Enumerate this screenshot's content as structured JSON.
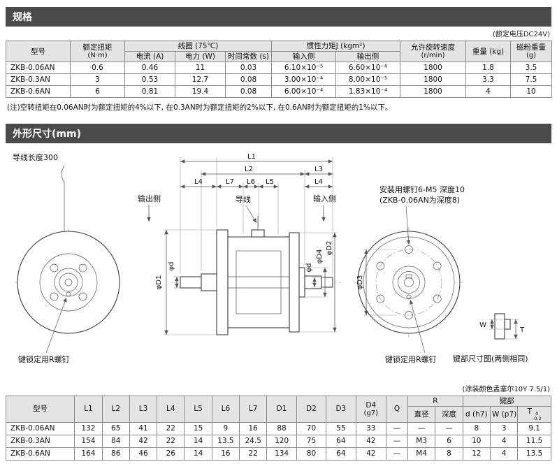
{
  "page": {
    "section1_title": "规格",
    "section2_title": "外形尺寸(mm)",
    "voltage_note": "(额定电压DC24V)",
    "spec_note": "(注)空转扭矩在0.06AN时为额定扭矩的4%以下, 在0.3AN时为额定扭矩的2%以下, 在0.6AN时为额定扭矩的1%以下。",
    "paint_note": "(涂装颜色孟塞尔10Y 7.5/1)"
  },
  "colors": {
    "section_bar_bg": "#4a4a4a",
    "table_header_bg": "#e4e4e4",
    "table_border": "#8a8a8a"
  },
  "spec_table": {
    "headers": {
      "model": "型号",
      "torque_line1": "额定扭矩",
      "torque_line2": "(N·m)",
      "coil_group": "线圈 (75℃)",
      "current": "电流 (A)",
      "power": "电力 (W)",
      "time_const": "时间常数 (s)",
      "inertia_group": "惯性力矩J (kgm²)",
      "input_side": "输入侧",
      "output_side": "输出侧",
      "speed_line1": "允许旋转速度",
      "speed_line2": "(r/min)",
      "weight": "重量 (kg)",
      "powder_line1": "磁粉重量",
      "powder_line2": "(g)"
    },
    "rows": [
      {
        "model": "ZKB-0.06AN",
        "cells": [
          "0.6",
          "0.46",
          "11",
          "0.03",
          "6.10×10⁻⁵",
          "6.60×10⁻⁶",
          "1800",
          "1.8",
          "3.5"
        ]
      },
      {
        "model": "ZKB-0.3AN",
        "cells": [
          "3",
          "0.53",
          "12.7",
          "0.08",
          "3.00×10⁻⁴",
          "8.00×10⁻⁵",
          "1800",
          "3.3",
          "7.5"
        ]
      },
      {
        "model": "ZKB-0.6AN",
        "cells": [
          "6",
          "0.81",
          "19.4",
          "0.08",
          "6.00×10⁻⁴",
          "1.83×10⁻⁴",
          "1800",
          "4",
          "10"
        ]
      }
    ]
  },
  "drawing": {
    "labels": {
      "lead_length": "导线长度300",
      "output_side": "输出侧",
      "lead": "导线",
      "input_side": "输入侧",
      "mount_screw_line1": "安装用螺钉6-M5 深度10",
      "mount_screw_line2": "(ZKB-0.06AN为深度8)",
      "key_lock_left": "键锁定用R螺钉",
      "key_lock_right": "键锁定用R螺钉",
      "key_dim_caption": "键部尺寸图(两侧相同)",
      "L1": "L1",
      "L2": "L2",
      "L3": "L3",
      "L4a": "L4",
      "L7": "L7",
      "L6": "L6",
      "L5": "L5",
      "L4b": "L4",
      "phiD1": "φD1",
      "phid_left": "φd",
      "phid_right": "φd",
      "phiD4": "φD4",
      "phiD2": "φD2",
      "phiD3": "φD3",
      "W": "W",
      "T": "T"
    }
  },
  "dim_table": {
    "headers": {
      "model": "型号",
      "cols": [
        "L1",
        "L2",
        "L3",
        "L4",
        "L5",
        "L6",
        "L7",
        "D1",
        "D2",
        "D3"
      ],
      "d4_line1": "D4",
      "d4_line2": "(g7)",
      "q": "Q",
      "r_group": "R",
      "r_dia": "直径",
      "r_depth": "深度",
      "key_group": "键部",
      "key_d": "d (h7)",
      "key_w": "W (p7)",
      "key_t": "T",
      "key_t_tol_top": "0",
      "key_t_tol_bottom": "-0.2"
    },
    "rows": [
      {
        "model": "ZKB-0.06AN",
        "cells": [
          "132",
          "65",
          "41",
          "22",
          "15",
          "9",
          "16",
          "88",
          "70",
          "55",
          "33",
          "—",
          "—",
          "—",
          "8",
          "3",
          "9.1"
        ]
      },
      {
        "model": "ZKB-0.3AN",
        "cells": [
          "154",
          "84",
          "42",
          "22",
          "14",
          "13.5",
          "24.5",
          "120",
          "75",
          "64",
          "42",
          "—",
          "M3",
          "6",
          "10",
          "4",
          "11.5"
        ]
      },
      {
        "model": "ZKB-0.6AN",
        "cells": [
          "164",
          "86",
          "46",
          "26",
          "14",
          "16",
          "22",
          "134",
          "80",
          "64",
          "42",
          "—",
          "M4",
          "8",
          "12",
          "4",
          "13.5"
        ]
      }
    ]
  }
}
